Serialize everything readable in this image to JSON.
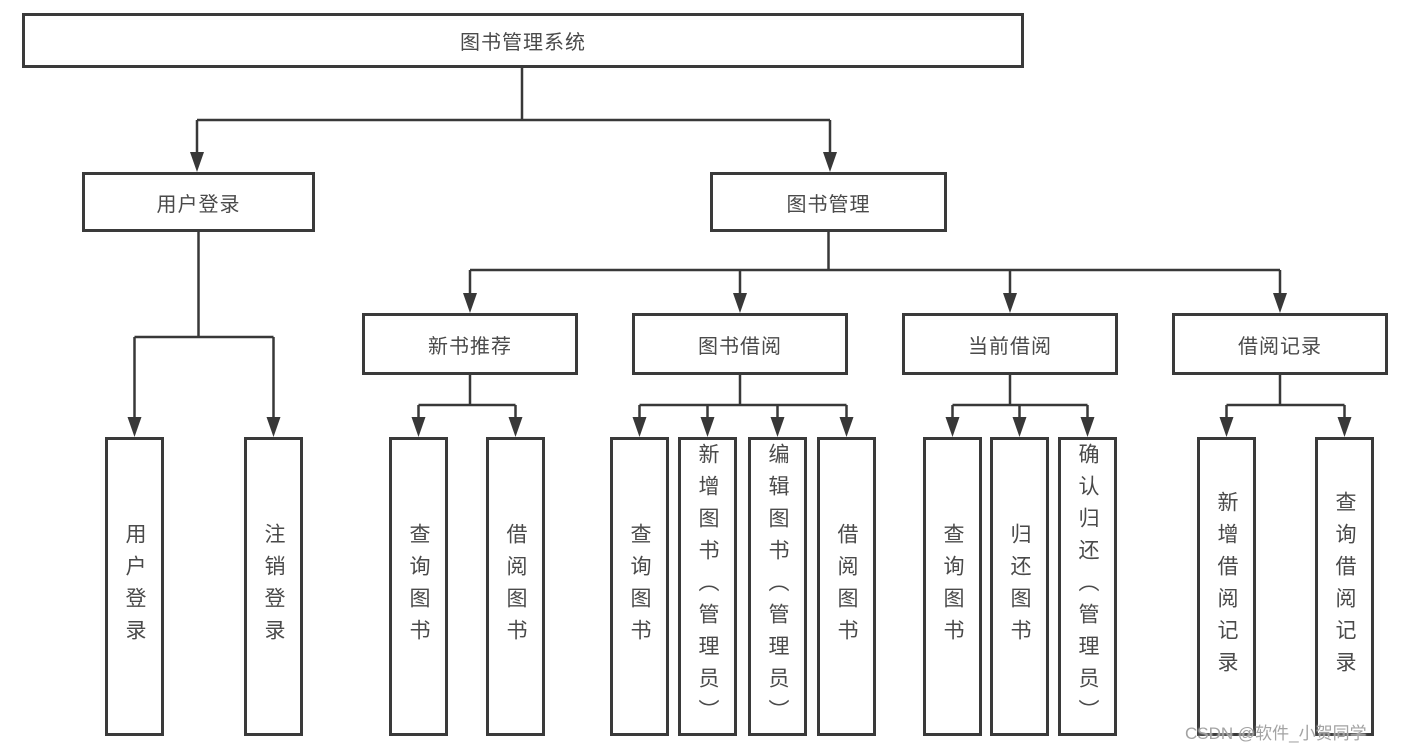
{
  "nodes": {
    "root": {
      "label": "图书管理系统"
    },
    "user_login": {
      "label": "用户登录"
    },
    "book_mgmt": {
      "label": "图书管理"
    },
    "new_book_rec": {
      "label": "新书推荐"
    },
    "book_borrow": {
      "label": "图书借阅"
    },
    "current_borrow": {
      "label": "当前借阅"
    },
    "borrow_records": {
      "label": "借阅记录"
    },
    "leaf_user_login": {
      "label": "用户登录"
    },
    "leaf_logout": {
      "label": "注销登录"
    },
    "leaf_query_book_rec": {
      "label": "查询图书"
    },
    "leaf_borrow_book_rec": {
      "label": "借阅图书"
    },
    "leaf_query_book_borrow": {
      "label": "查询图书"
    },
    "leaf_add_book": {
      "label": "新增图书（管理员）"
    },
    "leaf_edit_book": {
      "label": "编辑图书（管理员）"
    },
    "leaf_borrow_book_borrow": {
      "label": "借阅图书"
    },
    "leaf_query_book_current": {
      "label": "查询图书"
    },
    "leaf_return_book": {
      "label": "归还图书"
    },
    "leaf_confirm_return": {
      "label": "确认归还（管理员）"
    },
    "leaf_add_borrow_record": {
      "label": "新增借阅记录"
    },
    "leaf_query_borrow_record": {
      "label": "查询借阅记录"
    }
  },
  "watermark": {
    "text": "CSDN @软件_小贺同学"
  },
  "colors": {
    "line": "#383838",
    "box_border": "#3a3a3a",
    "text": "#4a4a4a",
    "watermark": "#a3a3a3",
    "background": "#ffffff"
  }
}
